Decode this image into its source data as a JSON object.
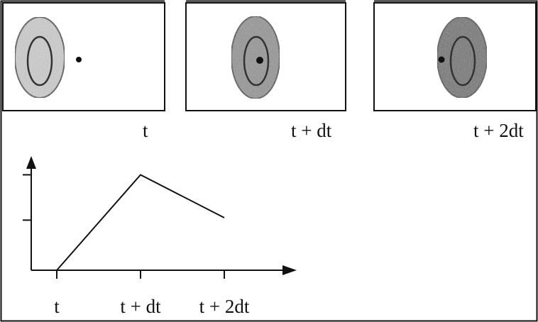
{
  "panels": [
    {
      "time_label": "t",
      "ellipse_shade": "#c8c8c8",
      "dot_position": "outside-right"
    },
    {
      "time_label": "t + dt",
      "ellipse_shade": "#8a8a8a",
      "dot_position": "inside-center"
    },
    {
      "time_label": "t + 2dt",
      "ellipse_shade": "#5e5e5e",
      "dot_position": "outer-edge-left"
    }
  ],
  "chart_data": {
    "type": "line",
    "x": [
      "t",
      "t + dt",
      "t + 2dt"
    ],
    "values": [
      0,
      2,
      1.1
    ],
    "ylim": [
      0,
      2.2
    ],
    "y_ticks": 2,
    "xlabel": "",
    "ylabel": ""
  },
  "colors": {
    "stroke": "#111111",
    "background": "#ffffff"
  }
}
